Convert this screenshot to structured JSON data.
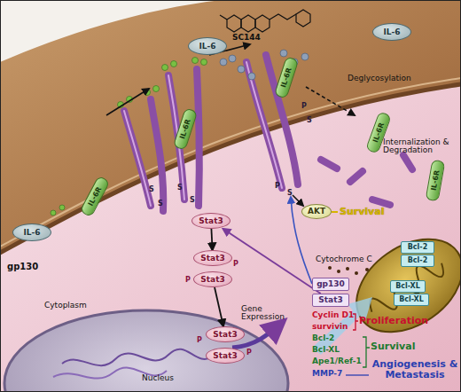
{
  "diagram": {
    "nodes": [
      {
        "text": [
          "IL-6"
        ]
      },
      {
        "text": [
          "IL-6"
        ]
      },
      {
        "text": [
          "IL-6"
        ]
      },
      {
        "text": [
          "IL-6R"
        ]
      },
      {
        "text": [
          "IL-6R"
        ]
      },
      {
        "text": [
          "IL-6R"
        ]
      },
      {
        "text": [
          "IL-6R"
        ]
      },
      {
        "text": [
          "IL-6R"
        ]
      },
      {
        "text": [
          "Stat3"
        ]
      },
      {
        "text": [
          "Stat3"
        ]
      },
      {
        "text": [
          "Stat3"
        ]
      },
      {
        "text": [
          "Stat3"
        ]
      },
      {
        "text": [
          "Stat3"
        ]
      },
      {
        "text": [
          "AKT"
        ]
      },
      {
        "text": [
          "gp130"
        ]
      },
      {
        "text": [
          "Stat3"
        ]
      },
      {
        "text": [
          "Bcl-2"
        ]
      },
      {
        "text": [
          "Bcl-2"
        ]
      },
      {
        "text": [
          "Bcl-XL"
        ]
      },
      {
        "text": [
          "Bcl-XL"
        ]
      }
    ],
    "edges": [
      {
        "from": 8,
        "to": 9,
        "arrow": "to"
      },
      {
        "from": 10,
        "to": 11,
        "arrow": "to"
      },
      {
        "from": 15,
        "to": 8,
        "arrow": "to"
      }
    ],
    "labels": [
      "SC144",
      "Deglycosylation",
      "S",
      "S",
      "S",
      "S",
      "P",
      "S",
      "P",
      "S",
      "gp130",
      "P",
      "P",
      "Survival",
      "Internalization & Degradation",
      "Cytochrome C",
      "Cytoplasm",
      "P",
      "P",
      "Gene Expression",
      "Nucleus",
      "Cyclin D1",
      "survivin",
      "Proliferation",
      "Bcl-2",
      "Bcl-XL",
      "Ape1/Ref-1",
      "Survival",
      "MMP-7",
      "Angiogenesis & Metastasis"
    ]
  }
}
